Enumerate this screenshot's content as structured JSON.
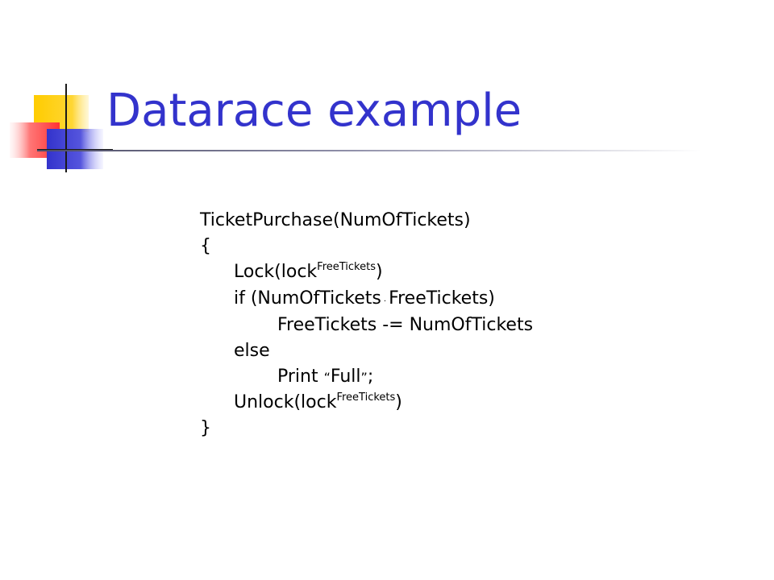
{
  "slide": {
    "title": "Datarace example",
    "accent_color": "#3333cc"
  },
  "code": {
    "line_1": "TicketPurchase(NumOfTickets)",
    "line_2": "{",
    "line_3": {
      "prefix": "Lock(lock",
      "superscript": "FreeTickets",
      "suffix": ")"
    },
    "line_4": {
      "prefix": "if (NumOfTickets",
      "operator": "·",
      "suffix": "FreeTickets)"
    },
    "line_5": "FreeTickets -= NumOfTickets",
    "line_6": "else",
    "line_7": {
      "prefix": "Print ",
      "open_quote": "“",
      "text": "Full",
      "close_quote": "”",
      "suffix": ";"
    },
    "line_8": {
      "prefix": "Unlock(lock",
      "superscript": "FreeTickets",
      "suffix": ")"
    },
    "line_9": "}"
  },
  "decoration": {
    "logo_icon": "colored-squares-crosshair-icon",
    "colors": {
      "yellow": "#ffcc00",
      "blue": "#3333cc",
      "red": "#ff3333"
    }
  }
}
